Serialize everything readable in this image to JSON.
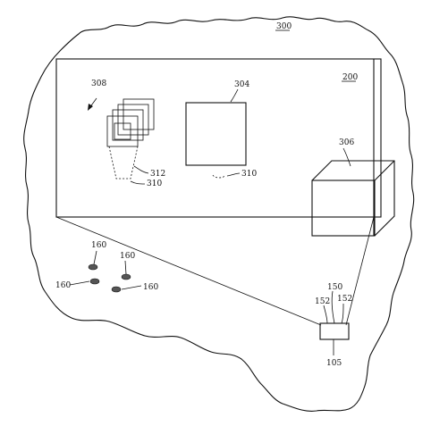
{
  "figure": {
    "labels": {
      "l300": "300",
      "l200": "200",
      "l308": "308",
      "l304": "304",
      "l306": "306",
      "l312": "312",
      "l310a": "310",
      "l310b": "310",
      "l160a": "160",
      "l160b": "160",
      "l160c": "160",
      "l160d": "160",
      "l150": "150",
      "l152a": "152",
      "l152b": "152",
      "l105": "105"
    }
  }
}
